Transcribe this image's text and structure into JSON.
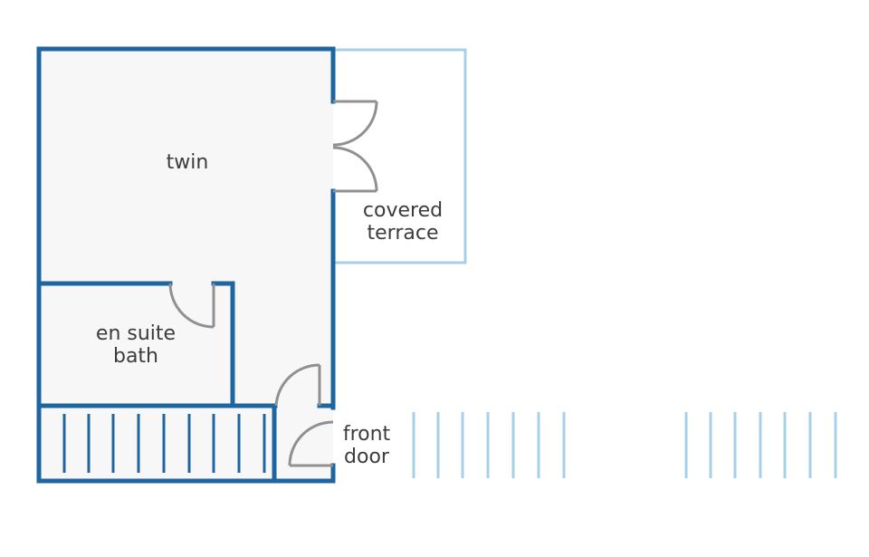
{
  "labels": {
    "twin": "twin",
    "en_suite_line1": "en suite",
    "en_suite_line2": "bath",
    "terrace_line1": "covered",
    "terrace_line2": "terrace",
    "front_door_line1": "front",
    "front_door_line2": "door"
  },
  "colors": {
    "wall": "#1f66a0",
    "outdoor_line": "#a8cfe8",
    "door": "#909090",
    "floor": "#f7f7f7",
    "text": "#3c3c3c",
    "background": "#ffffff"
  }
}
